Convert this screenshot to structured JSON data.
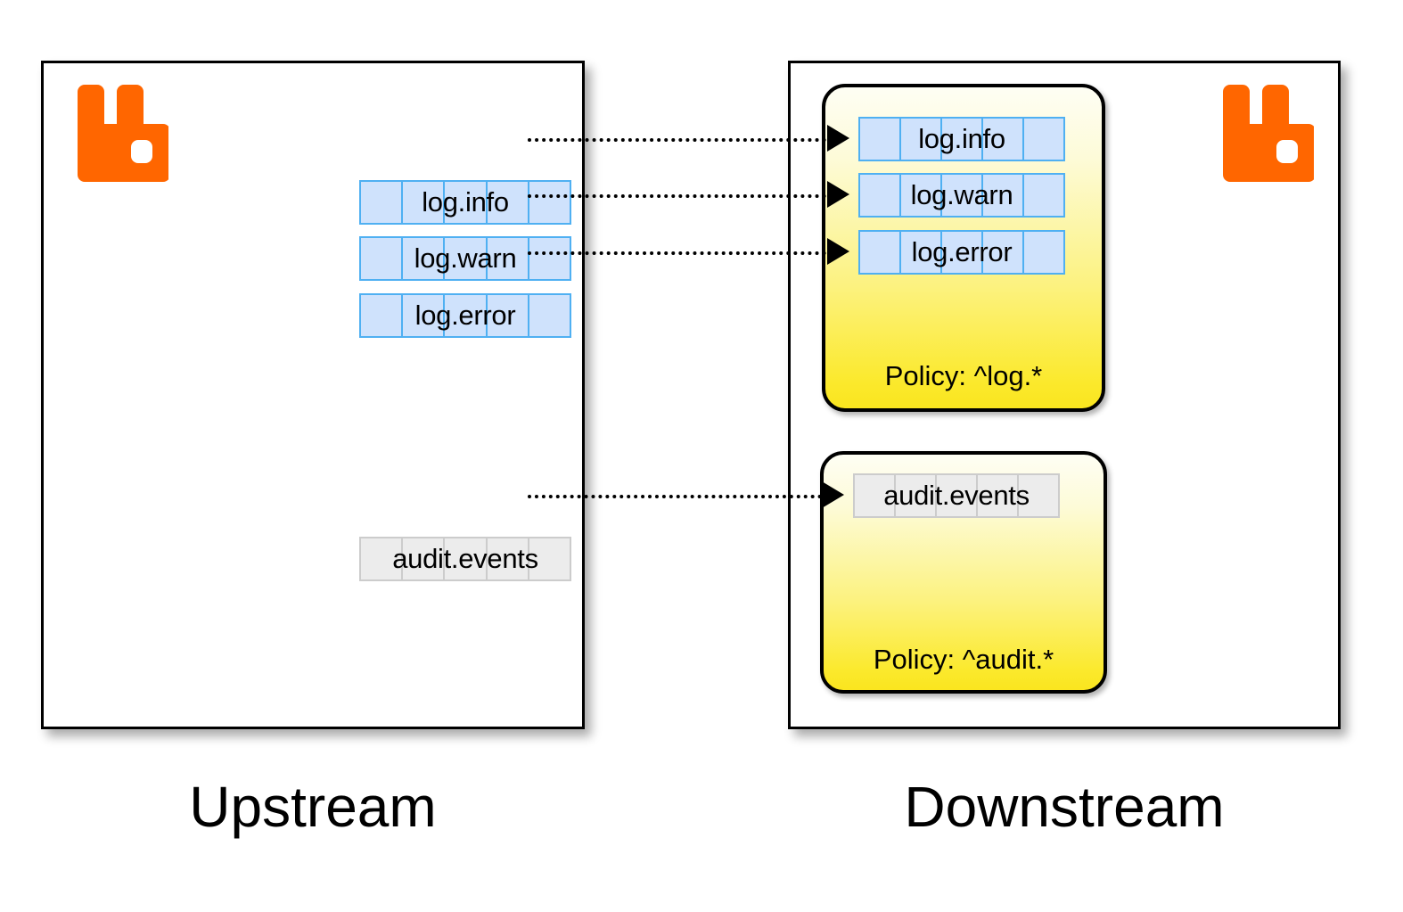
{
  "diagram": {
    "title": "RabbitMQ federation / shovel policy routing",
    "colors": {
      "brand_orange": "#FF6600",
      "queue_blue_fill": "#CFE2FC",
      "queue_blue_border": "#4FB0F2",
      "queue_grey_fill": "#ECECEC",
      "queue_grey_border": "#CCCCCC",
      "policy_yellow_top": "#FEFEF4",
      "policy_yellow_bottom": "#FAE51F",
      "edge_black": "#000000"
    }
  },
  "brokers": [
    {
      "id": "upstream",
      "caption": "Upstream",
      "logo_name": "rabbitmq-logo",
      "queues": [
        {
          "name": "log.info",
          "style": "blue",
          "cells": 5
        },
        {
          "name": "log.warn",
          "style": "blue",
          "cells": 5
        },
        {
          "name": "log.error",
          "style": "blue",
          "cells": 5
        },
        {
          "name": "audit.events",
          "style": "grey",
          "cells": 5
        }
      ]
    },
    {
      "id": "downstream",
      "caption": "Downstream",
      "logo_name": "rabbitmq-logo",
      "policies": [
        {
          "caption": "Policy: ^log.*",
          "pattern": "^log.*",
          "queues": [
            {
              "name": "log.info",
              "style": "blue",
              "cells": 5
            },
            {
              "name": "log.warn",
              "style": "blue",
              "cells": 5
            },
            {
              "name": "log.error",
              "style": "blue",
              "cells": 5
            }
          ]
        },
        {
          "caption": "Policy: ^audit.*",
          "pattern": "^audit.*",
          "queues": [
            {
              "name": "audit.events",
              "style": "grey",
              "cells": 5
            }
          ]
        }
      ]
    }
  ],
  "links": [
    {
      "from": "upstream.log.info",
      "to": "downstream.log.info",
      "style": "dotted",
      "arrow": "triangle"
    },
    {
      "from": "upstream.log.warn",
      "to": "downstream.log.warn",
      "style": "dotted",
      "arrow": "triangle"
    },
    {
      "from": "upstream.log.error",
      "to": "downstream.log.error",
      "style": "dotted",
      "arrow": "triangle"
    },
    {
      "from": "upstream.audit.events",
      "to": "downstream.audit.events",
      "style": "dotted",
      "arrow": "triangle"
    }
  ]
}
